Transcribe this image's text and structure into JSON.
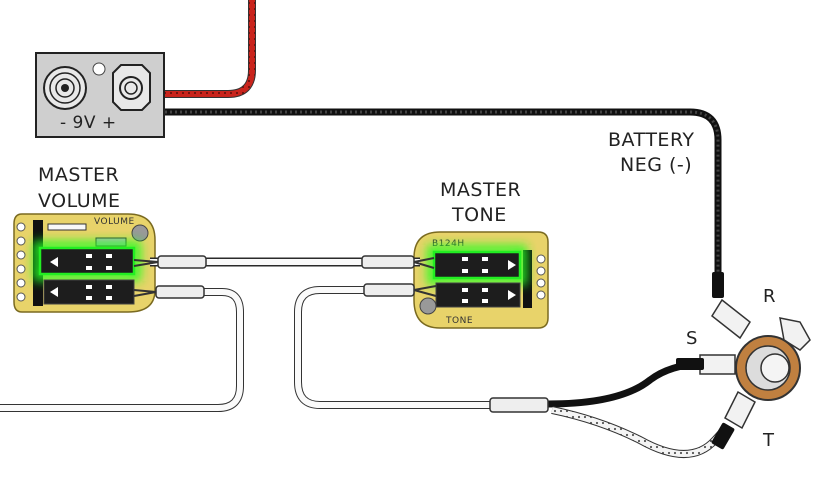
{
  "labels": {
    "battery_polarity": "- 9V +",
    "battery_neg": [
      "BATTERY",
      "NEG (-)"
    ],
    "master_volume": [
      "MASTER",
      "VOLUME"
    ],
    "master_tone": [
      "MASTER",
      "TONE"
    ],
    "volume_pcb": "VOLUME",
    "tone_pcb": "TONE",
    "tone_part": "B124H",
    "jack_r": "R",
    "jack_s": "S",
    "jack_t": "T"
  },
  "colors": {
    "battery_body": "#cfcfcf",
    "pcb": "#e8d36a",
    "glow": "#22ff22",
    "red_wire": "#c9241c",
    "black_wire": "#1a1a1a",
    "jack_ring": "#c08040"
  }
}
